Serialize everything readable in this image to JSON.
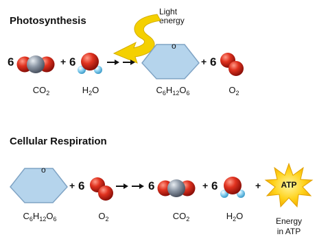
{
  "photosynthesis": {
    "title": "Photosynthesis",
    "light_line1": "Light",
    "light_line2": "energy",
    "coef_co2": "6",
    "plus1": "+",
    "coef_h2o": "6",
    "plus2": "+",
    "coef_o2": "6",
    "ring_o": "o",
    "labels": {
      "co2": {
        "main": "CO",
        "sub": "2"
      },
      "h2o": {
        "a": "H",
        "sub": "2",
        "b": "O"
      },
      "glucose": {
        "a": "C",
        "s1": "6",
        "b": "H",
        "s2": "12",
        "c": "O",
        "s3": "6"
      },
      "o2": {
        "main": "O",
        "sub": "2"
      }
    }
  },
  "respiration": {
    "title": "Cellular Respiration",
    "ring_o": "o",
    "plus1": "+",
    "coef_o2": "6",
    "coef_co2": "6",
    "plus2": "+",
    "coef_h2o": "6",
    "plus3": "+",
    "atp": "ATP",
    "energy_line1": "Energy",
    "energy_line2": "in ATP",
    "labels": {
      "glucose": {
        "a": "C",
        "s1": "6",
        "b": "H",
        "s2": "12",
        "c": "O",
        "s3": "6"
      },
      "o2": {
        "main": "O",
        "sub": "2"
      },
      "co2": {
        "main": "CO",
        "sub": "2"
      },
      "h2o": {
        "a": "H",
        "sub": "2",
        "b": "O"
      }
    }
  },
  "colors": {
    "oxygen": "#d9261c",
    "carbon": "#8a95a3",
    "hydrogen": "#8fd3f2",
    "glucose_fill": "#b5d4ec",
    "glucose_stroke": "#7fa3c4",
    "light_arrow": "#f4d000",
    "atp_burst": "#ffd21a"
  }
}
